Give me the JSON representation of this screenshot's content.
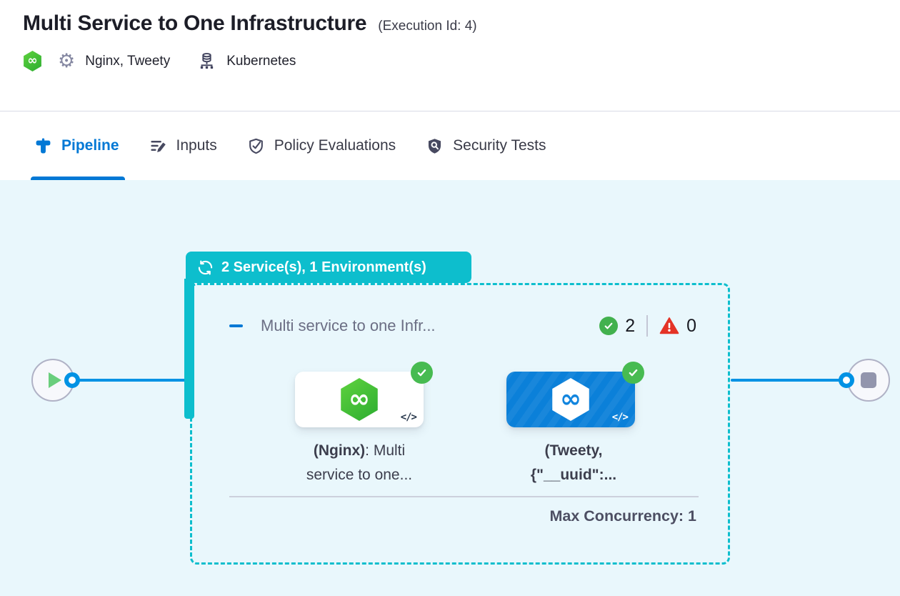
{
  "header": {
    "title": "Multi Service to One Infrastructure",
    "execution_id": "(Execution Id: 4)",
    "services": "Nginx, Tweety",
    "environment": "Kubernetes"
  },
  "tabs": {
    "pipeline": "Pipeline",
    "inputs": "Inputs",
    "policy_evaluations": "Policy Evaluations",
    "security_tests": "Security Tests"
  },
  "graph": {
    "badge": "2 Service(s), 1 Environment(s)",
    "stage_title": "Multi service to one Infr...",
    "success_count": "2",
    "failure_count": "0",
    "node1": {
      "bold": "(Nginx)",
      "rest": ": Multi",
      "line2": "service to one..."
    },
    "node2": {
      "line1": "(Tweety,",
      "line2": "{\"__uuid\":..."
    },
    "max_concurrency": "Max Concurrency: 1"
  },
  "icons": {
    "infinity": "∞",
    "gear": "⚙",
    "code": "</>"
  },
  "colors": {
    "teal": "#0dbecd",
    "accent_blue": "#0278d5",
    "link_blue": "#0092e4",
    "card_blue": "#0b80d9",
    "success_green": "#42b14e",
    "error_red": "#e43326"
  }
}
